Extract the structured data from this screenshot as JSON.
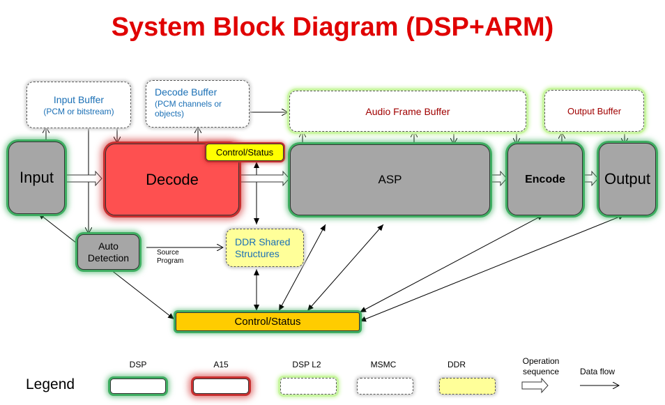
{
  "title": "System Block Diagram (DSP+ARM)",
  "buffers": {
    "input_buffer": {
      "title": "Input Buffer",
      "subtitle": "(PCM or bitstream)"
    },
    "decode_buffer": {
      "title": "Decode Buffer",
      "subtitle": "(PCM channels or objects)"
    },
    "audio_frame_buffer": {
      "title": "Audio Frame Buffer"
    },
    "output_buffer": {
      "title": "Output Buffer"
    }
  },
  "blocks": {
    "input": "Input",
    "decode": "Decode",
    "decode_control": "Control/Status",
    "asp": "ASP",
    "encode": "Encode",
    "output": "Output",
    "auto_detection": "Auto Detection",
    "ddr_shared": "DDR Shared Structures",
    "control_status": "Control/Status"
  },
  "annotations": {
    "source_program": "Source Program"
  },
  "legend": {
    "heading": "Legend",
    "items": [
      {
        "label": "DSP",
        "style": "dsp",
        "color": "#3fae62"
      },
      {
        "label": "A15",
        "style": "a15",
        "color": "#c83030"
      },
      {
        "label": "DSP L2",
        "style": "l2",
        "color": "#c8f5a0"
      },
      {
        "label": "MSMC",
        "style": "msmc",
        "color": "#cccccc"
      },
      {
        "label": "DDR",
        "style": "ddr",
        "color": "#ffff99"
      }
    ],
    "operation_sequence": "Operation sequence",
    "data_flow": "Data flow"
  }
}
